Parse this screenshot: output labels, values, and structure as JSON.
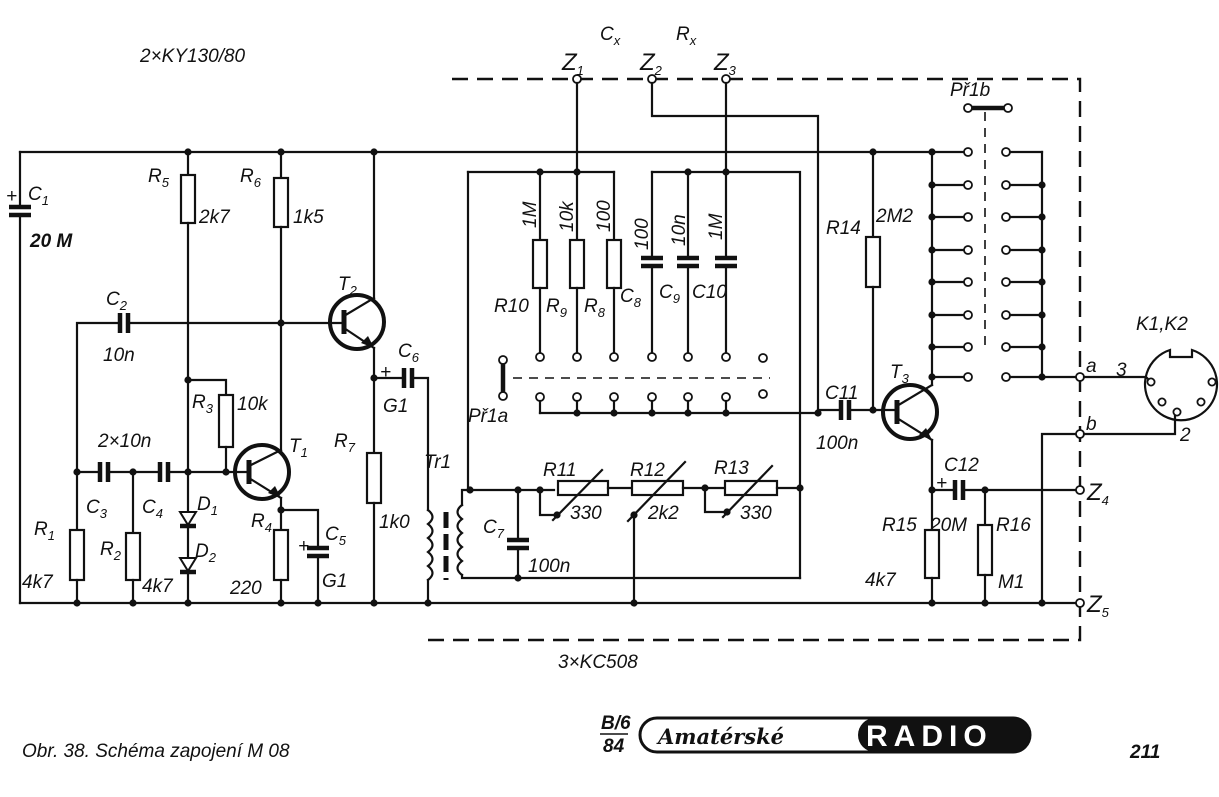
{
  "diagram": {
    "top_note": "2×KY130/80",
    "bottom_note": "3×KC508",
    "Cx": "Cx",
    "Rx": "Rx",
    "terminals": {
      "Z1": "Z1",
      "Z2": "Z2",
      "Z3": "Z3",
      "Z4": "Z4",
      "Z5": "Z5",
      "a": "a",
      "b": "b"
    },
    "connector": {
      "ref": "K1,K2",
      "pin3": "3",
      "pin2": "2"
    },
    "components": {
      "C1": {
        "ref": "C1",
        "value": "20 M",
        "polarity": "+"
      },
      "C2": {
        "ref": "C2",
        "value": "10n"
      },
      "C3": {
        "ref": "C3"
      },
      "C4": {
        "ref": "C4"
      },
      "C34": {
        "value": "2×10n"
      },
      "C5": {
        "ref": "C5",
        "value": "G1",
        "polarity": "+"
      },
      "C6": {
        "ref": "C6",
        "value": "G1",
        "polarity": "+"
      },
      "C7": {
        "ref": "C7",
        "value": "100n"
      },
      "C8": {
        "ref": "C8",
        "value": "100"
      },
      "C9": {
        "ref": "C9",
        "value": "10n"
      },
      "C10": {
        "ref": "C10",
        "value": "1M"
      },
      "C11": {
        "ref": "C11",
        "value": "100n"
      },
      "C12": {
        "ref": "C12",
        "value": "20M",
        "polarity": "+"
      },
      "R1": {
        "ref": "R1",
        "value": "4k7"
      },
      "R2": {
        "ref": "R2",
        "value": "4k7"
      },
      "R3": {
        "ref": "R3",
        "value": "10k"
      },
      "R4": {
        "ref": "R4",
        "value": "220"
      },
      "R5": {
        "ref": "R5",
        "value": "2k7"
      },
      "R6": {
        "ref": "R6",
        "value": "1k5"
      },
      "R7": {
        "ref": "R7",
        "value": "1k0"
      },
      "R8": {
        "ref": "R8",
        "value": "100"
      },
      "R9": {
        "ref": "R9",
        "value": "10k"
      },
      "R10": {
        "ref": "R10",
        "value": "1M"
      },
      "R11": {
        "ref": "R11",
        "value": "330"
      },
      "R12": {
        "ref": "R12",
        "value": "2k2"
      },
      "R13": {
        "ref": "R13",
        "value": "330"
      },
      "R14": {
        "ref": "R14",
        "value": "2M2"
      },
      "R15": {
        "ref": "R15",
        "value": "4k7"
      },
      "R16": {
        "ref": "R16",
        "value": "M1"
      },
      "T1": {
        "ref": "T1"
      },
      "T2": {
        "ref": "T2"
      },
      "T3": {
        "ref": "T3"
      },
      "D1": {
        "ref": "D1"
      },
      "D2": {
        "ref": "D2"
      },
      "Tr1": {
        "ref": "Tr1"
      },
      "Pr1a": {
        "ref": "Př1a"
      },
      "Pr1b": {
        "ref": "Př1b"
      }
    }
  },
  "caption": "Obr. 38. Schéma zapojení M 08",
  "footer": {
    "issue": "B/6",
    "year": "84",
    "logo_script": "Amatérské",
    "logo_word": "RADIO",
    "page": "211"
  }
}
